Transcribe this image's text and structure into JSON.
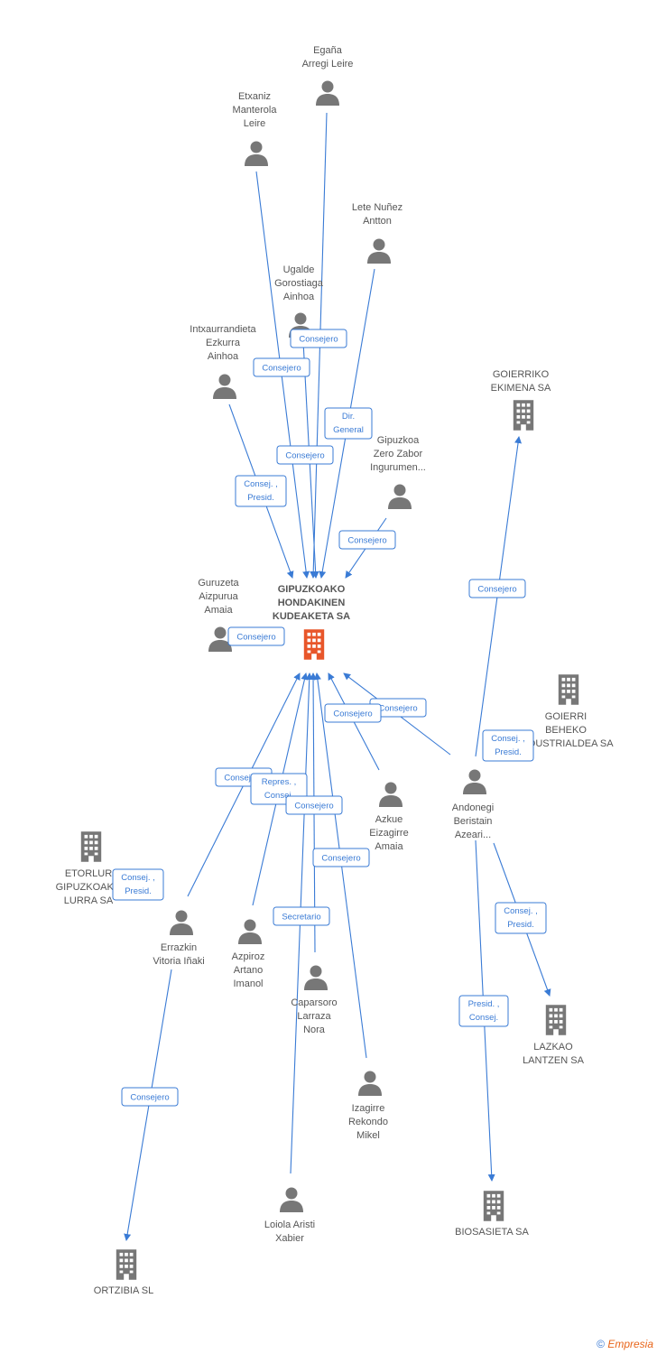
{
  "colors": {
    "edge": "#3a7bd5",
    "person_icon": "#777777",
    "company_icon": "#777777",
    "center_icon": "#e8562a",
    "text": "#555555"
  },
  "center": {
    "name": [
      "GIPUZKOAKO",
      "HONDAKINEN",
      "KUDEAKETA SA"
    ],
    "icon": "building-icon"
  },
  "persons": [
    {
      "id": "egana",
      "name": [
        "Egaña",
        "Arregi Leire"
      ]
    },
    {
      "id": "etxaniz",
      "name": [
        "Etxaniz",
        "Manterola",
        "Leire"
      ]
    },
    {
      "id": "lete",
      "name": [
        "Lete Nuñez",
        "Antton"
      ]
    },
    {
      "id": "ugalde",
      "name": [
        "Ugalde",
        "Gorostiaga",
        "Ainhoa"
      ]
    },
    {
      "id": "intxaurrandieta",
      "name": [
        "Intxaurrandieta",
        "Ezkurra",
        "Ainhoa"
      ]
    },
    {
      "id": "gipuzkoa_zero",
      "name": [
        "Gipuzkoa",
        "Zero Zabor",
        "Ingurumen..."
      ]
    },
    {
      "id": "guruzeta",
      "name": [
        "Guruzeta",
        "Aizpurua",
        "Amaia"
      ]
    },
    {
      "id": "azkue",
      "name": [
        "Azkue",
        "Eizagirre",
        "Amaia"
      ]
    },
    {
      "id": "andonegi",
      "name": [
        "Andonegi",
        "Beristain",
        "Azeari..."
      ]
    },
    {
      "id": "errazkin",
      "name": [
        "Errazkin",
        "Vitoria Iñaki"
      ]
    },
    {
      "id": "azpiroz",
      "name": [
        "Azpiroz",
        "Artano",
        "Imanol"
      ]
    },
    {
      "id": "caparsoro",
      "name": [
        "Caparsoro",
        "Larraza",
        "Nora"
      ]
    },
    {
      "id": "izagirre",
      "name": [
        "Izagirre",
        "Rekondo",
        "Mikel"
      ]
    },
    {
      "id": "loiola",
      "name": [
        "Loiola Aristi",
        "Xabier"
      ]
    }
  ],
  "companies": [
    {
      "id": "goierriko",
      "name": [
        "GOIERRIKO",
        "EKIMENA SA"
      ]
    },
    {
      "id": "goierri_beheko",
      "name": [
        "GOIERRI",
        "BEHEKO",
        "INDUSTRIALDEA SA"
      ]
    },
    {
      "id": "etorlur",
      "name": [
        "ETORLUR",
        "GIPUZKOAKO",
        "LURRA SA"
      ]
    },
    {
      "id": "lazkao",
      "name": [
        "LAZKAO",
        "LANTZEN SA"
      ]
    },
    {
      "id": "biosasieta",
      "name": [
        "BIOSASIETA SA"
      ]
    },
    {
      "id": "ortzibia",
      "name": [
        "ORTZIBIA SL"
      ]
    }
  ],
  "roles": [
    {
      "id": "r_ugalde",
      "lines": [
        "Consejero"
      ]
    },
    {
      "id": "r_intx",
      "lines": [
        "Consejero"
      ]
    },
    {
      "id": "r_lete",
      "lines": [
        "Dir.",
        "General"
      ]
    },
    {
      "id": "r_etx",
      "lines": [
        "Consejero"
      ]
    },
    {
      "id": "r_etx2",
      "lines": [
        "Consej. ,",
        "Presid."
      ]
    },
    {
      "id": "r_gz",
      "lines": [
        "Consejero"
      ]
    },
    {
      "id": "r_guru",
      "lines": [
        "Consejero"
      ]
    },
    {
      "id": "r_goierriko",
      "lines": [
        "Consejero"
      ]
    },
    {
      "id": "r_and_center",
      "lines": [
        "Consejero"
      ]
    },
    {
      "id": "r_azkue",
      "lines": [
        "Consejero"
      ]
    },
    {
      "id": "r_goierri_beheko",
      "lines": [
        "Consej. ,",
        "Presid."
      ]
    },
    {
      "id": "r_err_center",
      "lines": [
        "Consejero"
      ]
    },
    {
      "id": "r_repres",
      "lines": [
        "Repres. ,",
        "Consej."
      ]
    },
    {
      "id": "r_cap",
      "lines": [
        "Consejero"
      ]
    },
    {
      "id": "r_izag",
      "lines": [
        "Consejero"
      ]
    },
    {
      "id": "r_etorlur",
      "lines": [
        "Consej. ,",
        "Presid."
      ]
    },
    {
      "id": "r_lazkao",
      "lines": [
        "Consej. ,",
        "Presid."
      ]
    },
    {
      "id": "r_secret",
      "lines": [
        "Secretario"
      ]
    },
    {
      "id": "r_bios",
      "lines": [
        "Presid. ,",
        "Consej."
      ]
    },
    {
      "id": "r_ortz",
      "lines": [
        "Consejero"
      ]
    }
  ],
  "footer": {
    "copyright": "©",
    "brand": "Empresia"
  }
}
